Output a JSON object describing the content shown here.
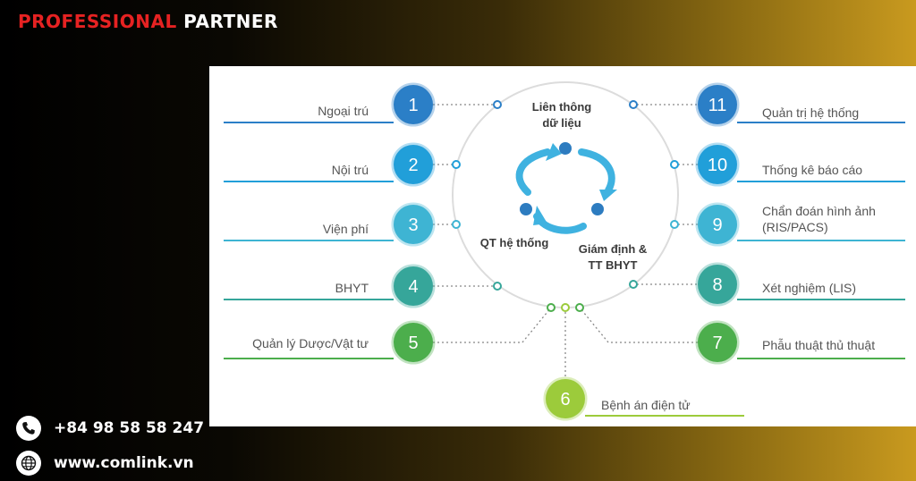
{
  "header": {
    "brand_part1": "PROFESSIONAL",
    "brand_part2": "PARTNER"
  },
  "contact": {
    "phone": "+84 98 58 58 247",
    "website": "www.comlink.vn",
    "phone_icon": "phone-icon",
    "globe_icon": "globe-icon"
  },
  "center": {
    "top_label_line1": "Liên thông",
    "top_label_line2": "dữ liệu",
    "left_label": "QT hệ thống",
    "right_label_line1": "Giám định &",
    "right_label_line2": "TT BHYT"
  },
  "modules": [
    {
      "num": "1",
      "label": "Ngoại trú",
      "color": "#2b7fc7"
    },
    {
      "num": "2",
      "label": "Nội trú",
      "color": "#219fd9"
    },
    {
      "num": "3",
      "label": "Viện phí",
      "color": "#3eb4d3"
    },
    {
      "num": "4",
      "label": "BHYT",
      "color": "#36a69a"
    },
    {
      "num": "5",
      "label": "Quản lý Dược/Vật tư",
      "color": "#4cae4c"
    },
    {
      "num": "6",
      "label": "Bệnh án điện tử",
      "color": "#9ccb3b"
    },
    {
      "num": "7",
      "label": "Phẫu thuật thủ thuật",
      "color": "#4cae4c"
    },
    {
      "num": "8",
      "label": "Xét nghiệm (LIS)",
      "color": "#36a69a"
    },
    {
      "num": "9",
      "label_line1": "Chẩn đoán hình ảnh",
      "label_line2": "(RIS/PACS)",
      "color": "#3eb4d3"
    },
    {
      "num": "10",
      "label": "Thống kê báo cáo",
      "color": "#219fd9"
    },
    {
      "num": "11",
      "label": "Quản trị hệ thống",
      "color": "#2b7fc7"
    }
  ]
}
